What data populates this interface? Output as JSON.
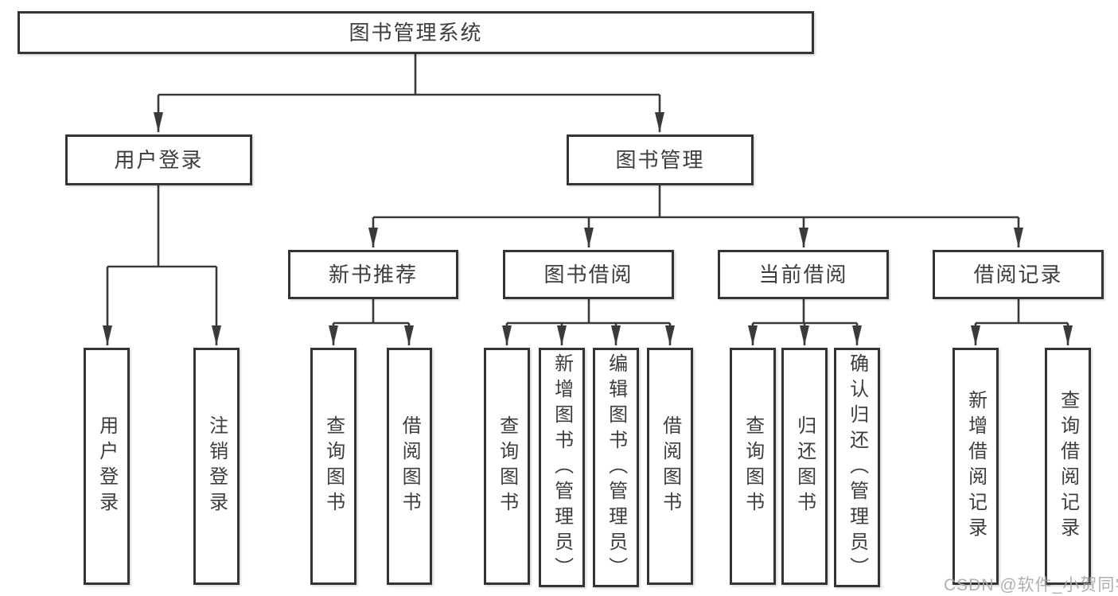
{
  "diagram": {
    "root": {
      "label": "图书管理系统"
    },
    "branches": [
      {
        "label": "用户登录",
        "children": [
          {
            "label": "用户登录"
          },
          {
            "label": "注销登录"
          }
        ]
      },
      {
        "label": "图书管理",
        "children": [
          {
            "label": "新书推荐",
            "children": [
              {
                "label": "查询图书"
              },
              {
                "label": "借阅图书"
              }
            ]
          },
          {
            "label": "图书借阅",
            "children": [
              {
                "label": "查询图书"
              },
              {
                "label": "新增图书（管理员）"
              },
              {
                "label": "编辑图书（管理员）"
              },
              {
                "label": "借阅图书"
              }
            ]
          },
          {
            "label": "当前借阅",
            "children": [
              {
                "label": "查询图书"
              },
              {
                "label": "归还图书"
              },
              {
                "label": "确认归还（管理员）"
              }
            ]
          },
          {
            "label": "借阅记录",
            "children": [
              {
                "label": "新增借阅记录"
              },
              {
                "label": "查询借阅记录"
              }
            ]
          }
        ]
      }
    ]
  },
  "watermark": "CSDN @软件_小贺同学",
  "colors": {
    "background": "#ffffff",
    "line": "#3a3a3a",
    "box_border": "#343434",
    "text": "#3d3d3d",
    "watermark": "#a8a8a8"
  }
}
